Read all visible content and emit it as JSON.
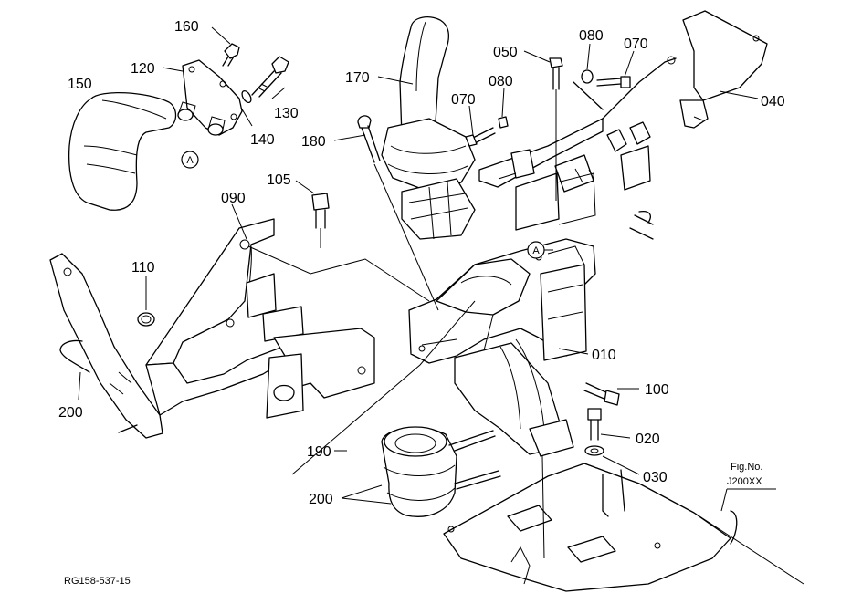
{
  "diagram": {
    "drawing_id": "RG158-537-15",
    "fig_ref": {
      "line1": "Fig.No.",
      "line2": "J200XX"
    },
    "ref_marker": "A",
    "part_labels": {
      "p160": "160",
      "p120": "120",
      "p150": "150",
      "p130": "130",
      "p140": "140",
      "p170": "170",
      "p180": "180",
      "p050": "050",
      "p080a": "080",
      "p070a": "070",
      "p080b": "080",
      "p070b": "070",
      "p040": "040",
      "p105": "105",
      "p090": "090",
      "p110": "110",
      "p200a": "200",
      "p010": "010",
      "p100": "100",
      "p020": "020",
      "p030": "030",
      "p190": "190",
      "p200b": "200"
    }
  }
}
